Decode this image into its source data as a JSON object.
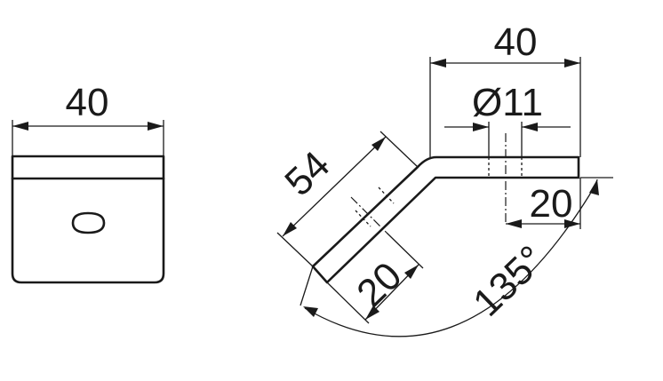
{
  "front_view": {
    "width_label": "40"
  },
  "side_view": {
    "top_width_label": "40",
    "hole_diameter_label": "Ø11",
    "hole_offset_label": "20",
    "slanted_length_label": "54",
    "slanted_offset_label": "20",
    "bend_angle_label": "135°"
  }
}
